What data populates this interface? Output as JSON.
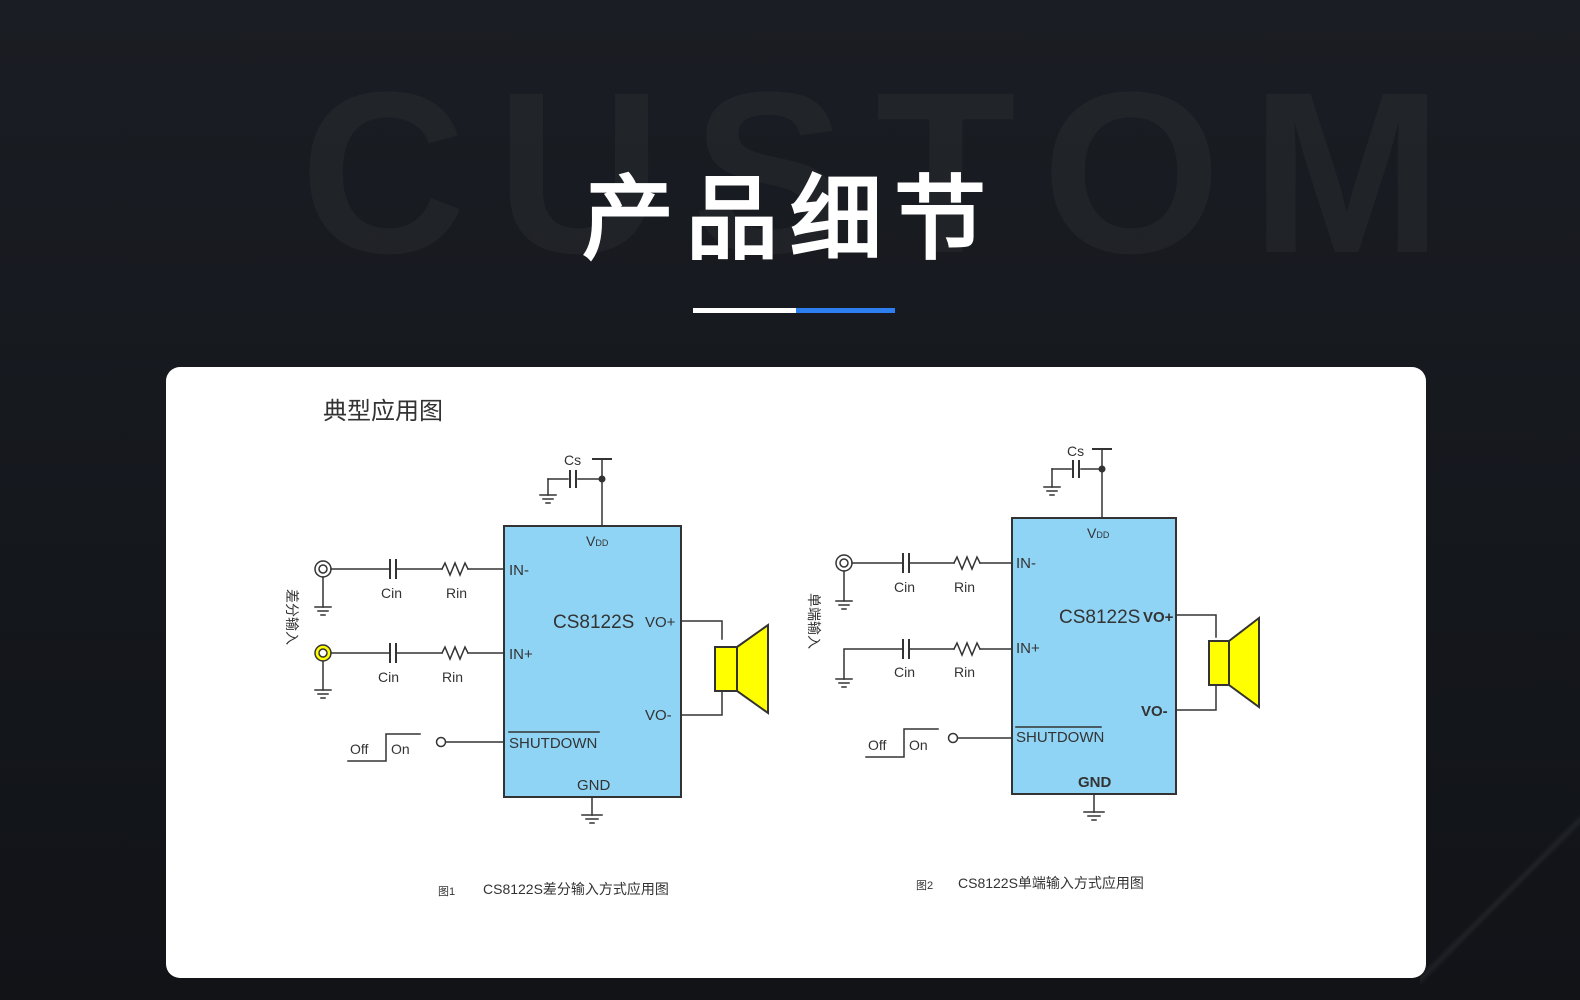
{
  "background": {
    "watermark_text": "CUSTOM"
  },
  "page_title": "产品细节",
  "accent_colors": {
    "primary": "#2d7ff0",
    "chip_fill": "#8fd4f5",
    "speaker_fill": "#ffff00"
  },
  "section_heading": "典型应用图",
  "figure1": {
    "chip_name": "CS8122S",
    "pins": {
      "vdd": "V",
      "vdd_sub": "DD",
      "in_minus": "IN-",
      "in_plus": "IN+",
      "vo_plus": "VO+",
      "vo_minus": "VO-",
      "shutdown": "SHUTDOWN",
      "gnd": "GND"
    },
    "cs_label": "Cs",
    "cin_label": "Cin",
    "rin_label": "Rin",
    "input_label": "差分输入",
    "off_label": "Off",
    "on_label": "On",
    "caption_num": "图1",
    "caption_text": "CS8122S差分输入方式应用图"
  },
  "figure2": {
    "chip_name": "CS8122S",
    "pins": {
      "vdd": "V",
      "vdd_sub": "DD",
      "in_minus": "IN-",
      "in_plus": "IN+",
      "vo_plus": "VO+",
      "vo_minus": "VO-",
      "shutdown": "SHUTDOWN",
      "gnd": "GND"
    },
    "cs_label": "Cs",
    "cin_label": "Cin",
    "rin_label": "Rin",
    "input_label": "单端输入",
    "off_label": "Off",
    "on_label": "On",
    "caption_num": "图2",
    "caption_text": "CS8122S单端输入方式应用图"
  }
}
